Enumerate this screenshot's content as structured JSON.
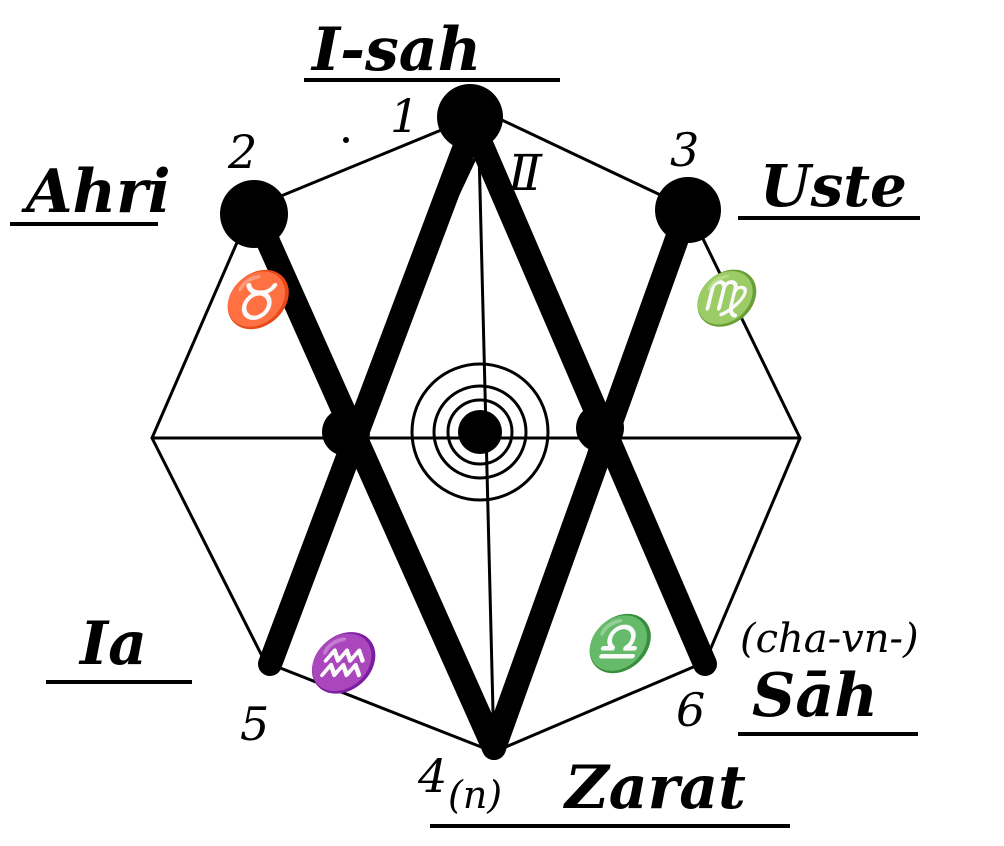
{
  "labels": {
    "top": "I-sah",
    "upper_left": "Ahri",
    "upper_right": "Uste",
    "left": "Ia",
    "lower_right_note": "(cha-vn-)",
    "lower_right": "Sāh",
    "bottom": "Zarat"
  },
  "point_numbers": {
    "p1": "1",
    "p2": "2",
    "p3": "3",
    "p4": "4",
    "p4_note": "(n)",
    "p5": "5",
    "p6": "6"
  },
  "zodiac_signs": {
    "taurus": "♉",
    "gemini": "Ⅱ",
    "virgo": "♍",
    "aquarius": "♒",
    "libra": "♎"
  },
  "colors": {
    "ink": "#000000",
    "paper": "#ffffff"
  }
}
